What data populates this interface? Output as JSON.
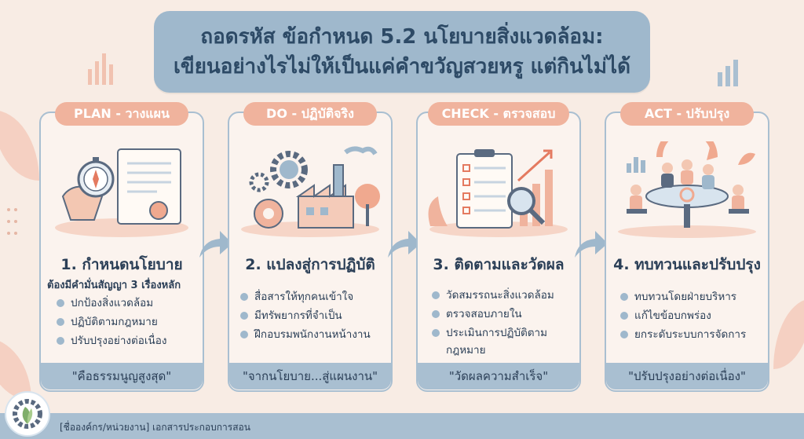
{
  "title": {
    "line1": "ถอดรหัส ข้อกำหนด 5.2 นโยบายสิ่งแวดล้อม:",
    "line2": "เขียนอย่างไรไม่ให้เป็นแค่คำขวัญสวยหรู แต่กินไม่ได้"
  },
  "cards": [
    {
      "header": "PLAN - วางแผน",
      "title": "1. กำหนดนโยบาย",
      "subtitle": "ต้องมีคำมั่นสัญญา 3 เรื่องหลัก",
      "bullets": [
        "ปกป้องสิ่งแวดล้อม",
        "ปฏิบัติตามกฎหมาย",
        "ปรับปรุงอย่างต่อเนื่อง"
      ],
      "quote": "\"คือธรรมนูญสูงสุด\"",
      "icon": "compass-document-icon"
    },
    {
      "header": "DO - ปฏิบัติจริง",
      "title": "2. แปลงสู่การปฏิบัติ",
      "bullets": [
        "สื่อสารให้ทุกคนเข้าใจ",
        "มีทรัพยากรที่จำเป็น",
        "ฝึกอบรมพนักงานหน้างาน"
      ],
      "quote": "\"จากนโยบาย...สู่แผนงาน\"",
      "icon": "gears-factory-icon"
    },
    {
      "header": "CHECK - ตรวจสอบ",
      "title": "3. ติดตามและวัดผล",
      "bullets": [
        "วัดสมรรถนะสิ่งแวดล้อม",
        "ตรวจสอบภายใน",
        "ประเมินการปฏิบัติตาม",
        "กฎหมาย"
      ],
      "quote": "\"วัดผลความสำเร็จ\"",
      "icon": "checklist-magnifier-icon"
    },
    {
      "header": "ACT - ปรับปรุง",
      "title": "4. ทบทวนและปรับปรุง",
      "bullets": [
        "ทบทวนโดยฝ่ายบริหาร",
        "แก้ไขข้อบกพร่อง",
        "ยกระดับระบบการจัดการ"
      ],
      "quote": "\"ปรับปรุงอย่างต่อเนื่อง\"",
      "icon": "meeting-cycle-icon"
    }
  ],
  "footer": {
    "text": "[ชื่อองค์กร/หน่วยงาน] เอกสารประกอบการสอน",
    "logo": "gear-leaf-logo-icon"
  },
  "colors": {
    "background": "#f8ece4",
    "banner": "#9fb8cc",
    "header_pill": "#f0b39d",
    "text": "#2b3f57",
    "card_border": "#a9bfd1"
  }
}
